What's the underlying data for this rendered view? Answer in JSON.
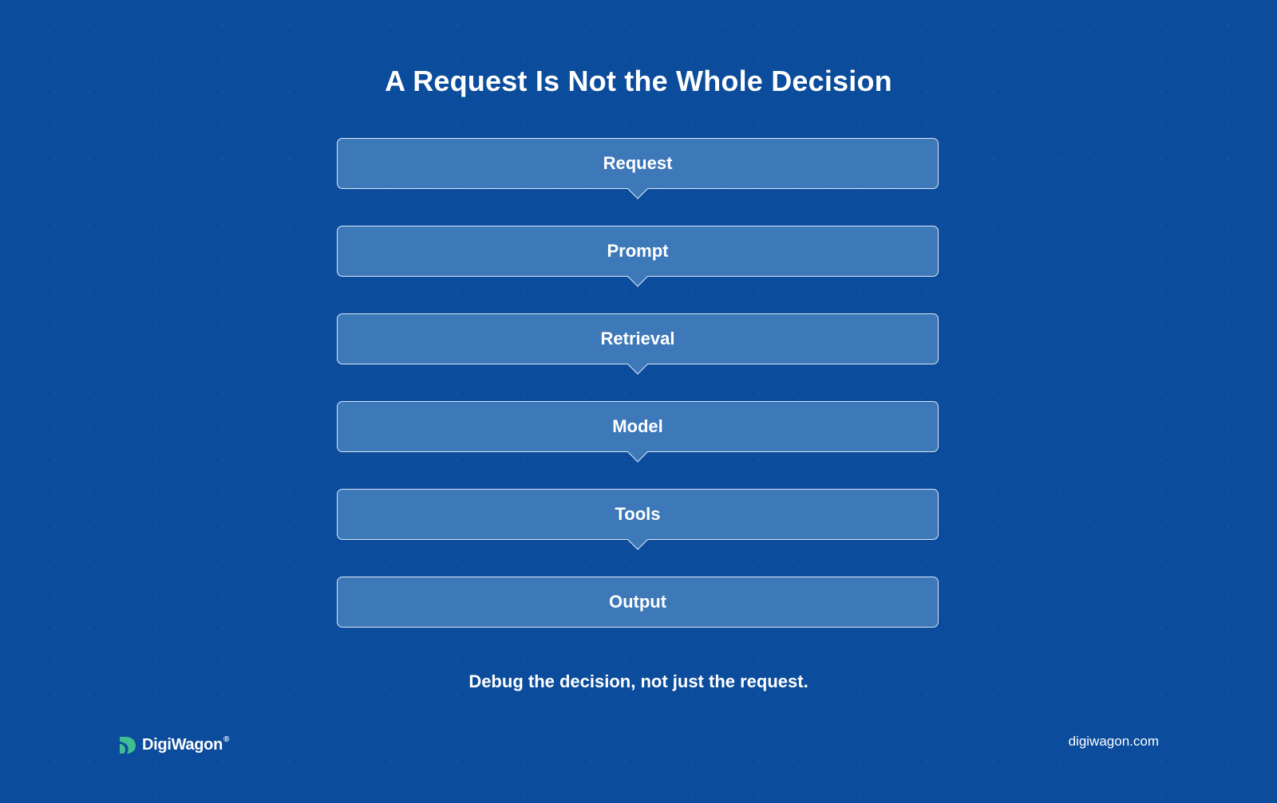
{
  "title": "A Request Is Not the Whole Decision",
  "steps": [
    {
      "label": "Request"
    },
    {
      "label": "Prompt"
    },
    {
      "label": "Retrieval"
    },
    {
      "label": "Model"
    },
    {
      "label": "Tools"
    },
    {
      "label": "Output"
    }
  ],
  "caption": "Debug the decision, not just the request.",
  "brand": {
    "name": "DigiWagon",
    "registered": "®",
    "logo_icon": "digiwagon-logo-icon",
    "logo_color": "#3fbf8f"
  },
  "website": "digiwagon.com",
  "colors": {
    "background": "#0b4c9c",
    "step_fill": "#3d78b9",
    "step_border": "#dbe8f7",
    "text": "#ffffff"
  }
}
